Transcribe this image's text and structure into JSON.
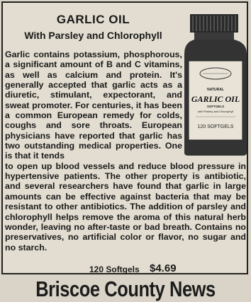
{
  "ad": {
    "title": "GARLIC OIL",
    "subtitle": "With Parsley and Chlorophyll",
    "body_wrapped": "Garlic contains potassium, phosphorous, a significant amount of B and C vitamins, as well as calcium and protein. It's generally accepted that garlic acts as a diuretic, stimulant, expectorant, and sweat promoter. For centuries, it has been a common European remedy for colds, coughs and sore throats. European physicians have reported that garlic has two outstanding medical properties. One is that it tends",
    "body_full": "to open up blood vessels and reduce blood pressure in hypertensive patients. The other property is antibiotic, and several researchers have found that garlic in large amounts can be effective against bacteria that may be resistant to other antibiotics. The addition of parsley and chlorophyll helps remove the aroma of this natural herb wonder, leaving no after-taste or bad breath. Contains no preservatives, no artificial color or flavor, no sugar and no starch.",
    "count": "120 Softgels",
    "price": "$4.69"
  },
  "bottle_label": {
    "top": "NATURAL",
    "name": "GARLIC OIL",
    "line1": "SOFTGELS",
    "line2": "with Parsley and Chlorophyll",
    "count": "120 SOFTGELS"
  },
  "masthead": "Briscoe County News"
}
